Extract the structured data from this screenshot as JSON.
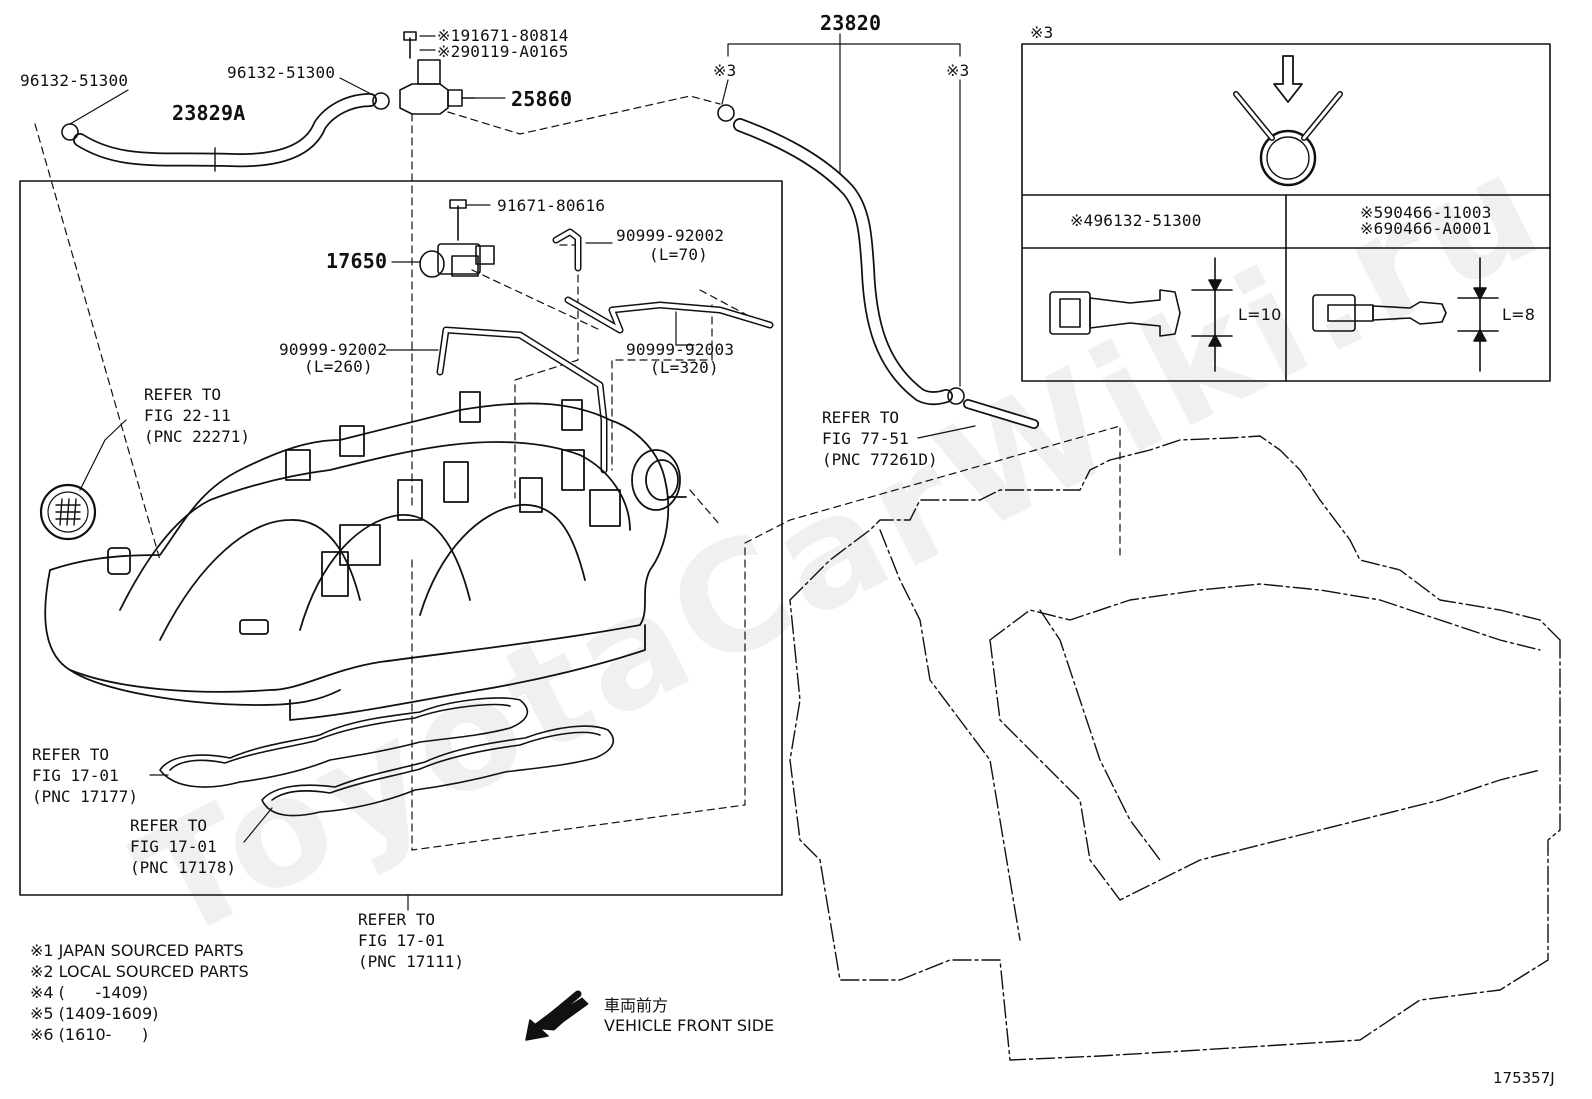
{
  "parts": {
    "p96132_left": "96132-51300",
    "p23829a": "23829A",
    "p96132_mid": "96132-51300",
    "p91671_80814": "※191671-80814",
    "p90119": "※290119-A0165",
    "p25860": "25860",
    "p23820": "23820",
    "s3_left": "※3",
    "s3_right": "※3",
    "p91671_80616": "91671-80616",
    "p17650": "17650",
    "p90999_92002_a": "90999-92002",
    "l70": "(L=70)",
    "p90999_92002_b": "90999-92002",
    "l260": "(L=260)",
    "p90999_92003": "90999-92003",
    "l320": "(L=320)"
  },
  "refs": [
    {
      "line1": "REFER TO",
      "line2": "FIG 22-11",
      "line3": "(PNC 22271)"
    },
    {
      "line1": "REFER TO",
      "line2": "FIG 77-51",
      "line3": "(PNC 77261D)"
    },
    {
      "line1": "REFER TO",
      "line2": "FIG 17-01",
      "line3": "(PNC 17177)"
    },
    {
      "line1": "REFER TO",
      "line2": "FIG 17-01",
      "line3": "(PNC 17178)"
    },
    {
      "line1": "REFER TO",
      "line2": "FIG 17-01",
      "line3": "(PNC 17111)"
    }
  ],
  "detail": {
    "title": "※3",
    "cell_left": "※496132-51300",
    "cell_right_1": "※590466-11003",
    "cell_right_2": "※690466-A0001",
    "l10": "L=10",
    "l8": "L=8"
  },
  "notes": [
    "※1 JAPAN SOURCED PARTS",
    "※2 LOCAL SOURCED PARTS",
    "※4 (      -1409)",
    "※5 (1409-1609)",
    "※6 (1610-      )"
  ],
  "direction": {
    "jp": "車両前方",
    "en": "VEHICLE FRONT SIDE"
  },
  "figure_id": "175357J",
  "watermark": "ToyotaCarWiki.ru"
}
